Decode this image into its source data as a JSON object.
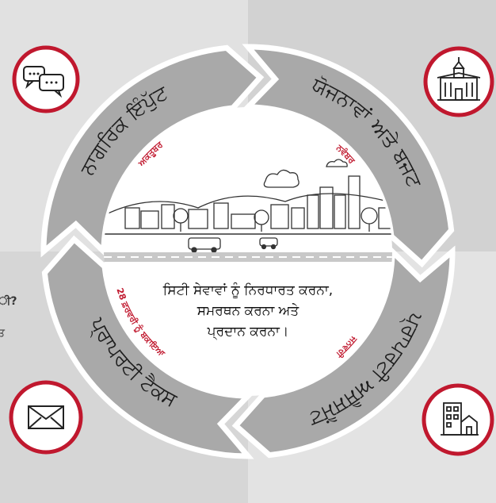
{
  "quadrants": {
    "top_left": "#e1e1e1",
    "top_right": "#d2d2d2",
    "bottom_left": "#d6d6d6",
    "bottom_right": "#e3e3e3"
  },
  "colors": {
    "accent": "#c0182e",
    "arrow": "#a9a9a9",
    "center": "#ffffff"
  },
  "cut_text": {
    "q_mark": "ੀ?",
    "fragment": "ਤ"
  },
  "segments": [
    {
      "label": "ਨਾਗਰਿਕ ਇੰਪੁੱਟ",
      "month": "ਅਕਤੂਬਰ"
    },
    {
      "label": "ਯੋਜਨਾਵਾਂ ਅਤੇ ਬਜਟ",
      "month": "ਨਵੰਬਰ"
    },
    {
      "label": "ਪ੍ਰਾਪਰਟੀ ਅਸੈਸਮੈਂਟ",
      "month": "ਜਨਵਰੀ"
    },
    {
      "label": "ਪ੍ਰਾਪਰਟੀ ਟੈਕਸ",
      "month": "28 ਫ਼ਰਵਰੀ ਨੂੰ ਬਕਾਇਆ"
    }
  ],
  "icons": [
    "speech-bubbles-icon",
    "city-hall-icon",
    "apartment-building-icon",
    "envelope-icon"
  ],
  "center": {
    "line1": "ਸਿਟੀ ਸੇਵਾਵਾਂ ਨੂੰ ਨਿਰਧਾਰਤ ਕਰਨਾ,",
    "line2": "ਸਮਰਥਨ ਕਰਨਾ ਅਤੇ",
    "line3": "ਪ੍ਰਦਾਨ ਕਰਨਾ।"
  }
}
